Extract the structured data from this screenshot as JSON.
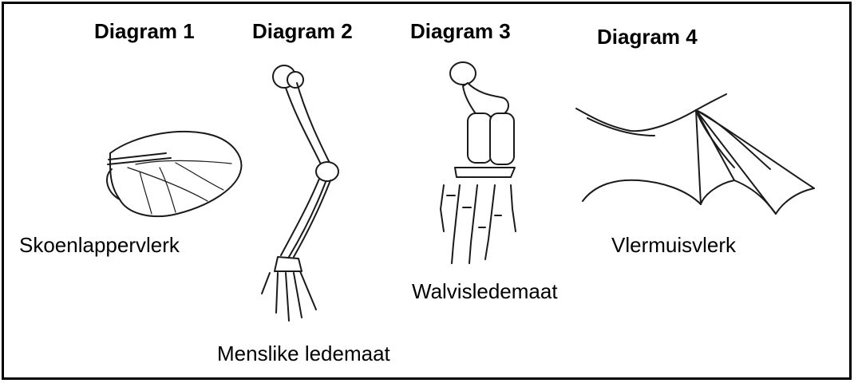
{
  "diagrams": [
    {
      "title": "Diagram 1",
      "caption": "Skoenlappervlerk"
    },
    {
      "title": "Diagram 2",
      "caption": "Menslike ledemaat"
    },
    {
      "title": "Diagram 3",
      "caption": "Walvisledemaat"
    },
    {
      "title": "Diagram 4",
      "caption": "Vlermuisvlerk"
    }
  ]
}
